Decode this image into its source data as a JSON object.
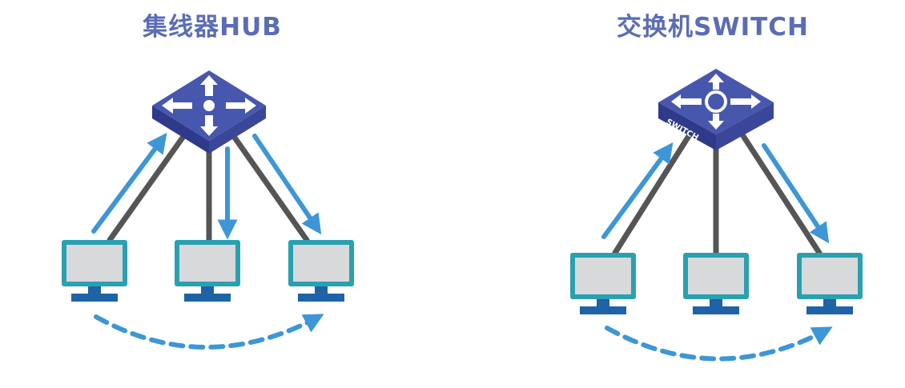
{
  "hub": {
    "title": "集线器HUB"
  },
  "switch": {
    "title": "交换机SWITCH",
    "device_label": "SWITCH"
  },
  "colors": {
    "title": "#5a6db4",
    "device_top": "#4757ad",
    "device_front": "#2f3a8a",
    "device_side": "#3a4799",
    "arrow": "#3d96d6",
    "cable": "#555555",
    "monitor_frame": "#2aa0b0",
    "monitor_screen": "#d7d9da",
    "monitor_base": "#1e63a6"
  }
}
